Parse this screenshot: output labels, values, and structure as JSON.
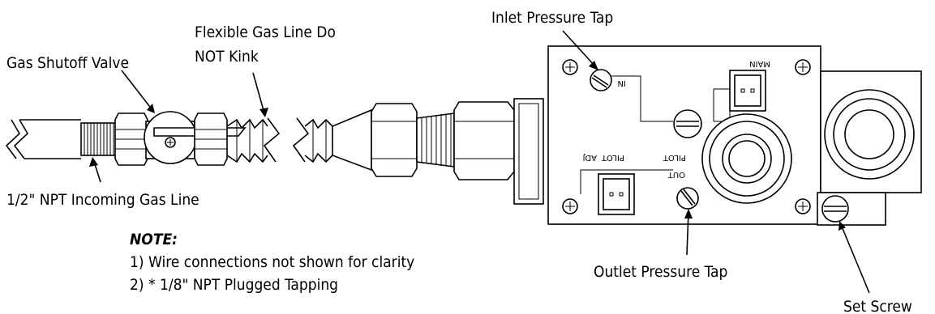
{
  "labels": {
    "gas_shutoff_valve": "Gas Shutoff Valve",
    "flex_line_1": "Flexible Gas Line Do",
    "flex_line_2": "NOT Kink",
    "inlet_tap": "Inlet Pressure Tap",
    "incoming_line": "1/2\" NPT Incoming Gas Line",
    "outlet_tap": "Outlet Pressure Tap",
    "set_screw": "Set Screw"
  },
  "note": {
    "heading": "NOTE:",
    "line1": "1) Wire connections not shown for clarity",
    "line2": "2) * 1/8\" NPT Plugged Tapping"
  },
  "valve_markings": {
    "in": "IN",
    "main": "MAIN",
    "pilot_left": "PILOT",
    "adj": "ADJ",
    "pilot_right": "PILOT",
    "out": "OUT"
  }
}
